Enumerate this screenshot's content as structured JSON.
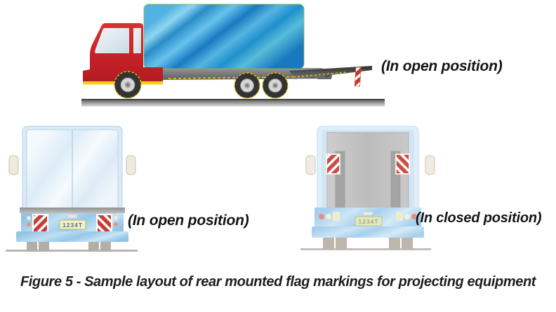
{
  "figure": {
    "caption": "Figure 5 - Sample layout of rear mounted flag markings for projecting equipment"
  },
  "annotations": {
    "side_view_label": "(In open position)",
    "rear_open_label": "(In open position)",
    "rear_closed_label": "(In closed position)"
  },
  "vehicles": {
    "rear_open": {
      "license_plate": "1234T"
    },
    "rear_closed": {
      "license_plate": "1234T"
    }
  },
  "colors": {
    "cab_red": "#cc2328",
    "cargo_blue": "#2e96d2",
    "flag_red": "#c5372e",
    "flag_white": "#ffffff",
    "accent_yellow": "#f2d410",
    "rear_body_blue": "#d9ebf7",
    "bumper_blue": "#9ecbec",
    "platform_gray": "#bcbcbc",
    "road_gray": "#6a6a6a",
    "text_color": "#1c1c1c"
  }
}
